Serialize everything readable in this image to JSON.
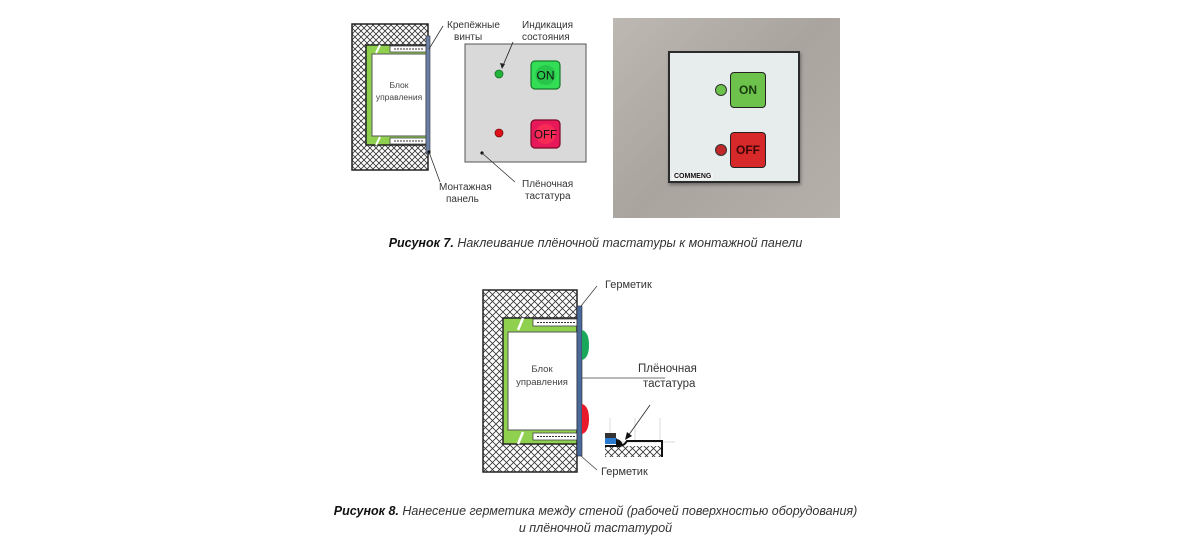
{
  "figure7": {
    "diagram_left": {
      "control_block_line1": "Блок",
      "control_block_line2": "управления",
      "screws_line1": "Крепёжные",
      "screws_line2": "винты",
      "panel_line1": "Монтажная",
      "panel_line2": "панель"
    },
    "diagram_keypad": {
      "indication_line1": "Индикация",
      "indication_line2": "состояния",
      "on_label": "ON",
      "off_label": "OFF",
      "film_line1": "Плёночная",
      "film_line2": "тастатура"
    },
    "photo": {
      "on_label": "ON",
      "off_label": "OFF",
      "brand": "COMMENG"
    },
    "caption_bold": "Рисунок 7.",
    "caption_text": " Наклеивание плёночной тастатуры к монтажной панели"
  },
  "figure8": {
    "sealant_top": "Герметик",
    "sealant_bottom": "Герметик",
    "control_block_line1": "Блок",
    "control_block_line2": "управления",
    "film_line1": "Плёночная",
    "film_line2": "тастатура",
    "caption_bold": "Рисунок 8.",
    "caption_text_line1": " Нанесение герметика между стеной (рабочей поверхностью оборудования)",
    "caption_text_line2": "и плёночной тастатурой"
  },
  "colors": {
    "green_led": "#22b33a",
    "red_led": "#e0101a",
    "on_button": "#33dd55",
    "off_button": "#e8195a",
    "photo_on": "#6cc24a",
    "photo_off": "#d8292a",
    "bracket_green": "#8fd14f",
    "panel_blue": "#4a6a9a"
  }
}
